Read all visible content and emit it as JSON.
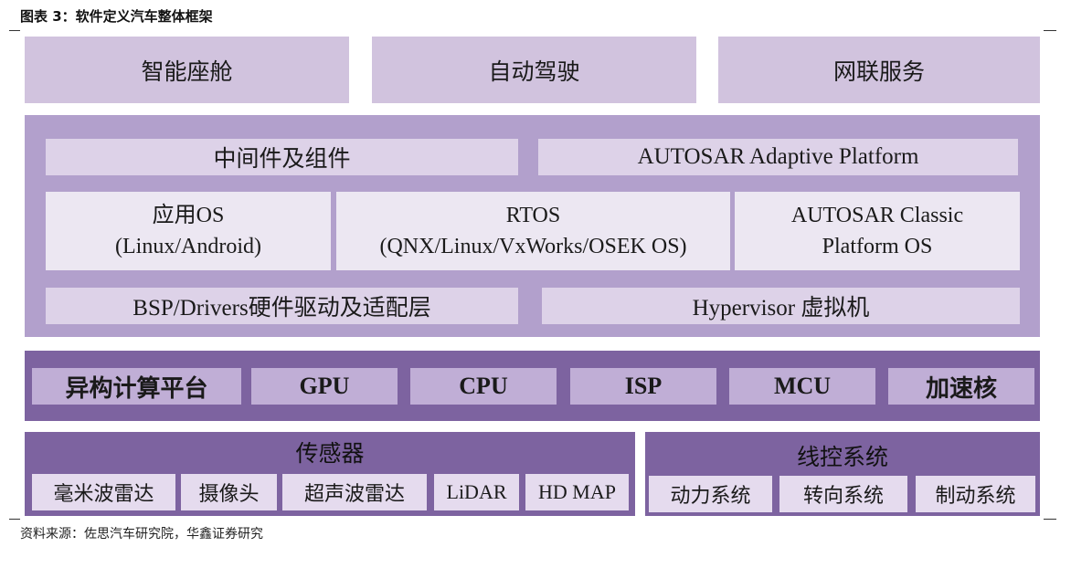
{
  "figure_title": "图表 3：软件定义汽车整体框架",
  "source_note": "资料来源：佐思汽车研究院，华鑫证券研究",
  "applications": [
    "智能座舱",
    "自动驾驶",
    "网联服务"
  ],
  "middleware": {
    "components": "中间件及组件",
    "autosar_adaptive": "AUTOSAR Adaptive Platform"
  },
  "os_layer": {
    "app_os": [
      "应用OS",
      "(Linux/Android)"
    ],
    "rtos": [
      "RTOS",
      "(QNX/Linux/VxWorks/OSEK OS)"
    ],
    "autosar_classic": [
      "AUTOSAR Classic",
      "Platform OS"
    ]
  },
  "drivers": {
    "bsp": "BSP/Drivers硬件驱动及适配层",
    "hypervisor": "Hypervisor 虚拟机"
  },
  "hardware": [
    "异构计算平台",
    "GPU",
    "CPU",
    "ISP",
    "MCU",
    "加速核"
  ],
  "sensors": {
    "title": "传感器",
    "items": [
      "毫米波雷达",
      "摄像头",
      "超声波雷达",
      "LiDAR",
      "HD MAP"
    ]
  },
  "by_wire": {
    "title": "线控系统",
    "items": [
      "动力系统",
      "转向系统",
      "制动系统"
    ]
  }
}
